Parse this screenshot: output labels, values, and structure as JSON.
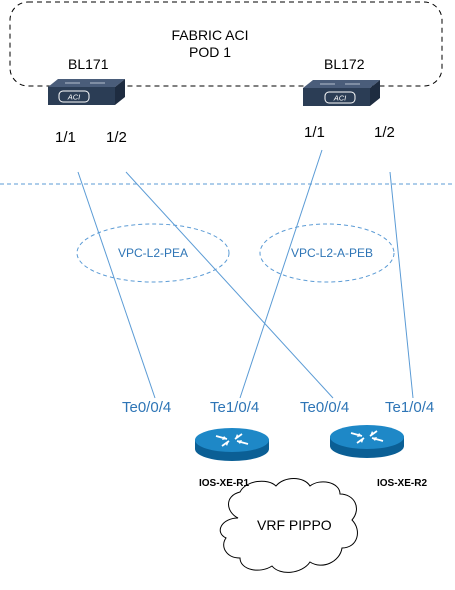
{
  "fabric": {
    "title_line1": "FABRIC ACI",
    "title_line2": "POD 1"
  },
  "leaves": [
    {
      "name": "BL171",
      "ports": [
        "1/1",
        "1/2"
      ]
    },
    {
      "name": "BL172",
      "ports": [
        "1/1",
        "1/2"
      ]
    }
  ],
  "vpcs": [
    "VPC-L2-PEA",
    "VPC-L2-A-PEB"
  ],
  "interfaces": [
    "Te0/0/4",
    "Te1/0/4",
    "Te0/0/4",
    "Te1/0/4"
  ],
  "routers": [
    "IOS-XE-R1",
    "IOS-XE-R2"
  ],
  "cloud": {
    "label": "VRF PIPPO"
  },
  "colors": {
    "link": "#5b9bd5",
    "vpc_text": "#2e75b6",
    "router": "#1e88c7",
    "switch": "#2b3d55"
  }
}
